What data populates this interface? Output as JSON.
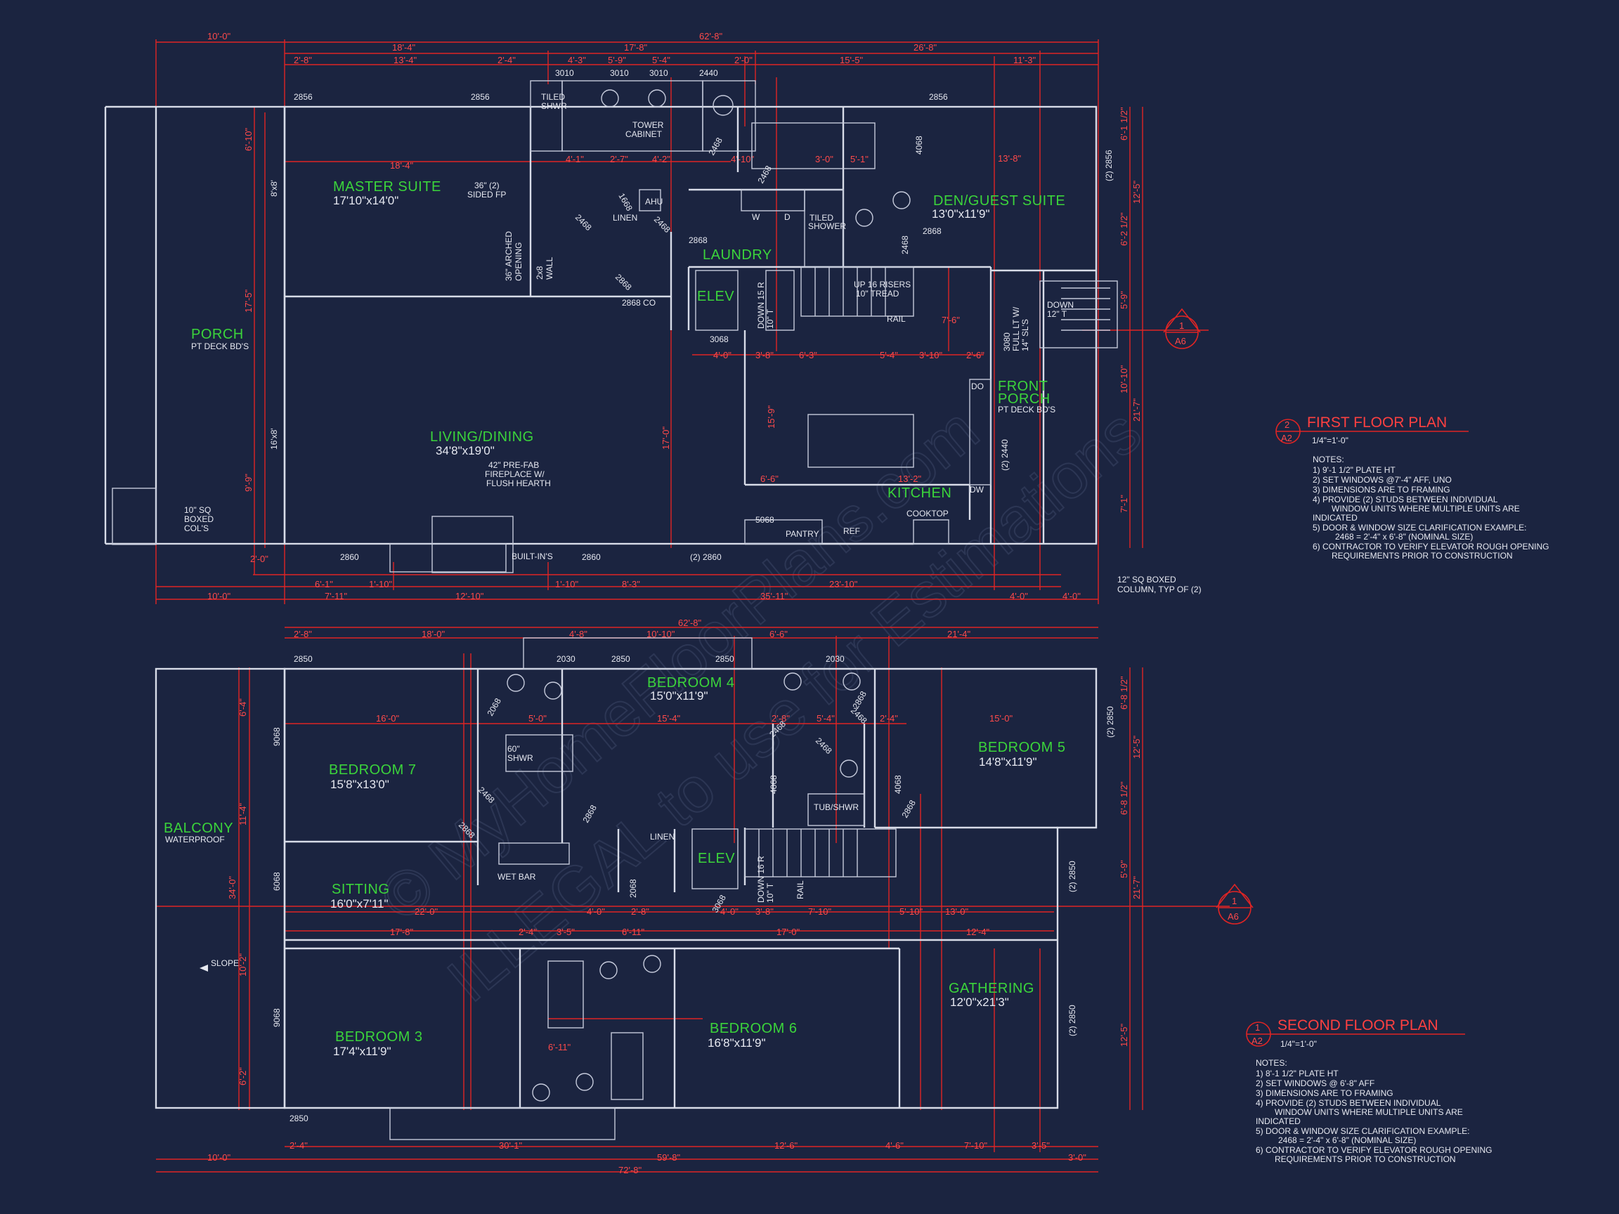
{
  "colors": {
    "background": "#1b2440",
    "walls": "#d8dce8",
    "dimensions": "#e02424",
    "room_labels": "#3bd43b",
    "titles": "#ff4040"
  },
  "watermark": [
    "© MyHomeFloorPlans.com",
    "ILLEGAL to use for Estimations"
  ],
  "first_floor": {
    "title": "FIRST FLOOR PLAN",
    "scale": "1/4\"=1'-0\"",
    "tag_num": "2",
    "tag_sheet": "A2",
    "notes_heading": "NOTES:",
    "notes": [
      "1) 9'-1 1/2\" PLATE HT",
      "2) SET WINDOWS @7'-4\" AFF, UNO",
      "3) DIMENSIONS ARE TO FRAMING",
      "4) PROVIDE (2) STUDS BETWEEN INDIVIDUAL",
      "      WINDOW UNITS WHERE MULTIPLE UNITS ARE",
      "INDICATED",
      "5) DOOR & WINDOW SIZE CLARIFICATION EXAMPLE:",
      "      2468 = 2'-4\" x 6'-8\" (NOMINAL SIZE)",
      "6) CONTRACTOR TO VERIFY ELEVATOR ROUGH OPENING",
      "      REQUIREMENTS PRIOR TO CONSTRUCTION"
    ],
    "rooms": {
      "master": {
        "name": "MASTER SUITE",
        "size": "17'10\"x14'0\""
      },
      "porch": {
        "name": "PORCH",
        "sub": "PT DECK BD'S"
      },
      "living": {
        "name": "LIVING/DINING",
        "size": "34'8\"x19'0\""
      },
      "den": {
        "name": "DEN/GUEST SUITE",
        "size": "13'0\"x11'9\""
      },
      "laundry": {
        "name": "LAUNDRY"
      },
      "elev": {
        "name": "ELEV"
      },
      "kitchen": {
        "name": "KITCHEN"
      },
      "front_porch_1": "FRONT",
      "front_porch_2": "PORCH",
      "front_porch_sub": "PT DECK BD'S"
    },
    "labels": {
      "tiled_shwr_1": "TILED",
      "tiled_shwr_2": "SHWR",
      "tower_1": "TOWER",
      "tower_2": "CABINET",
      "fp_1": "36\" (2)",
      "fp_2": "SIDED FP",
      "ahu": "AHU",
      "linen": "LINEN",
      "arched_1": "36\" ARCHED",
      "arched_2": "OPENING",
      "wall2x8_1": "2x8",
      "wall2x8_2": "WALL",
      "tiled_shower_1": "TILED",
      "tiled_shower_2": "SHOWER",
      "w": "W",
      "d": "D",
      "fireplace_1": "42\" PRE-FAB",
      "fireplace_2": "FIREPLACE W/",
      "fireplace_3": "FLUSH HEARTH",
      "up_stairs_1": "UP 16 RISERS",
      "up_stairs_2": "10\" TREAD",
      "rail": "RAIL",
      "down15": "DOWN 15 R",
      "down10": "10\" T",
      "full_lite_1": "3080",
      "full_lite_2": "FULL LT W/",
      "full_lite_3": "14\" SL'S",
      "down_12_1": "DOWN",
      "down_12_2": "12\" T",
      "do": "DO",
      "dw": "DW",
      "cooktop": "COOKTOP",
      "pantry": "PANTRY",
      "ref": "REF",
      "built_ins": "BUILT-IN'S",
      "boxed_10_1": "10\" SQ",
      "boxed_10_2": "BOXED",
      "boxed_10_3": "COL'S",
      "boxed_12_1": "12\" SQ BOXED",
      "boxed_12_2": "COLUMN, TYP OF (2)",
      "win_8x8": "8'x8'",
      "win_16x8": "16'x8'",
      "section_num": "1",
      "section_sheet": "A6"
    },
    "window_tags": {
      "w2856a": "2856",
      "w2856b": "2856",
      "w2856c": "2856",
      "w3010a": "3010",
      "w3010b": "3010",
      "w3010c": "3010",
      "w2440": "2440",
      "w2860a": "2860",
      "w2860b": "2860",
      "w2860c": "(2) 2860",
      "w2856r": "(2) 2856",
      "w2440r": "(2) 2440",
      "d2468a": "2468",
      "d2468b": "2468",
      "d2468c": "2468",
      "d2468d": "2468",
      "d2468e": "2468",
      "d2468f": "2468",
      "d2868a": "2868",
      "d2868b": "2868",
      "d2868c": "2868",
      "d2868co": "2868 CO",
      "d3068": "3068",
      "d5068": "5068",
      "d4068": "4068",
      "d1668": "1668"
    },
    "dimensions": {
      "top_overall": "62'-8\"",
      "top_left": "10'-0\"",
      "t1": "18'-4\"",
      "t2": "17'-8\"",
      "t3": "26'-8\"",
      "t4": "2'-8\"",
      "t5": "13'-4\"",
      "t6": "2'-4\"",
      "t7": "4'-3\"",
      "t8": "5'-9\"",
      "t9": "5'-4\"",
      "t10": "2'-0\"",
      "t11": "15'-5\"",
      "t12": "11'-3\"",
      "ms_w": "18'-4\"",
      "den_w": "13'-8\"",
      "i1": "4'-1\"",
      "i2": "2'-7\"",
      "i3": "4'-2\"",
      "i4": "4'-10\"",
      "i5": "3'-0\"",
      "i6": "5'-1\"",
      "e1": "4'-0\"",
      "e2": "3'-8\"",
      "e3": "6'-3\"",
      "e4": "5'-4\"",
      "e5": "3'-10\"",
      "e6": "2'-6\"",
      "k1": "6'-6\"",
      "k2": "13'-2\"",
      "k3": "7'-6\"",
      "b1": "2'-0\"",
      "b2": "6'-1\"",
      "b3": "1'-10\"",
      "b4": "1'-10\"",
      "b5": "8'-3\"",
      "b6": "23'-10\"",
      "b7": "10'-0\"",
      "b8": "7'-11\"",
      "b9": "12'-10\"",
      "b10": "35'-11\"",
      "b11": "4'-0\"",
      "b12": "4'-0\"",
      "l1": "6'-10\"",
      "l2": "17'-5\"",
      "l3": "9'-9\"",
      "l_in": "17'-0\"",
      "l_k": "15'-9\"",
      "r1": "6'-1 1/2\"",
      "r2": "12'-5\"",
      "r3": "6'-2 1/2\"",
      "r4": "5'-9\"",
      "r5": "10'-10\"",
      "r6": "7'-1\"",
      "r7": "21'-7\""
    }
  },
  "second_floor": {
    "title": "SECOND FLOOR PLAN",
    "scale": "1/4\"=1'-0\"",
    "tag_num": "1",
    "tag_sheet": "A2",
    "notes_heading": "NOTES:",
    "notes": [
      "1) 8'-1 1/2\" PLATE HT",
      "2) SET WINDOWS @ 6'-8\" AFF",
      "3) DIMENSIONS ARE TO FRAMING",
      "4) PROVIDE (2) STUDS BETWEEN INDIVIDUAL",
      "      WINDOW UNITS WHERE MULTIPLE UNITS ARE",
      "INDICATED",
      "5) DOOR & WINDOW SIZE CLARIFICATION EXAMPLE:",
      "      2468 = 2'-4\" x 6'-8\" (NOMINAL SIZE)",
      "6) CONTRACTOR TO VERIFY ELEVATOR ROUGH OPENING",
      "      REQUIREMENTS PRIOR TO CONSTRUCTION"
    ],
    "rooms": {
      "bed4": {
        "name": "BEDROOM 4",
        "size": "15'0\"x11'9\""
      },
      "bed7": {
        "name": "BEDROOM 7",
        "size": "15'8\"x13'0\""
      },
      "bed5": {
        "name": "BEDROOM 5",
        "size": "14'8\"x11'9\""
      },
      "balcony": {
        "name": "BALCONY",
        "sub": "WATERPROOF"
      },
      "sitting": {
        "name": "SITTING",
        "size": "16'0\"x7'11\""
      },
      "elev": {
        "name": "ELEV"
      },
      "bed3": {
        "name": "BEDROOM 3",
        "size": "17'4\"x11'9\""
      },
      "bed6": {
        "name": "BEDROOM 6",
        "size": "16'8\"x11'9\""
      },
      "gathering": {
        "name": "GATHERING",
        "size": "12'0\"x21'3\""
      }
    },
    "labels": {
      "shwr_1": "60\"",
      "shwr_2": "SHWR",
      "wet_bar": "WET BAR",
      "linen": "LINEN",
      "tub": "TUB/SHWR",
      "down16": "DOWN 16 R",
      "down10": "10\" T",
      "rail": "RAIL",
      "slope": "SLOPE",
      "section_num": "1",
      "section_sheet": "A6"
    },
    "window_tags": {
      "w2850a": "2850",
      "w2030a": "2030",
      "w2850b": "2850",
      "w2850c": "2850",
      "w2030b": "2030",
      "w9068a": "9068",
      "w6068": "6068",
      "w9068b": "9068",
      "w2850r1": "(2) 2850",
      "w2850r2": "(2) 2850",
      "w2850r3": "(2) 2850",
      "w2850bl": "2850",
      "d2068a": "2068",
      "d2068b": "2068",
      "d2468a": "2468",
      "d2468b": "2468",
      "d2468c": "2468",
      "d2468d": "2468",
      "d2868a": "2868",
      "d2868b": "2868",
      "d2868c": "2868",
      "d2868d": "2868",
      "d4068a": "4068",
      "d4068b": "4068",
      "d3068": "3068"
    },
    "dimensions": {
      "top_overall": "62'-8\"",
      "t1": "2'-8\"",
      "t2": "18'-0\"",
      "t3": "4'-8\"",
      "t4": "10'-10\"",
      "t5": "6'-6\"",
      "t6": "21'-4\"",
      "i1": "16'-0\"",
      "i2": "5'-0\"",
      "i3": "15'-4\"",
      "i4": "2'-8\"",
      "i5": "5'-4\"",
      "i6": "2'-4\"",
      "i7": "15'-0\"",
      "s1": "22'-0\"",
      "s2": "4'-0\"",
      "s3": "2'-8\"",
      "s4": "4'-0\"",
      "s5": "3'-8\"",
      "s6": "7'-10\"",
      "s7": "5'-10\"",
      "s8": "13'-0\"",
      "m1": "17'-8\"",
      "m2": "2'-4\"",
      "m3": "3'-5\"",
      "m4": "6'-11\"",
      "m5": "17'-0\"",
      "m6": "12'-4\"",
      "b1": "2'-4\"",
      "b2": "30'-1\"",
      "b3": "12'-6\"",
      "b4": "4'-6\"",
      "b5": "7'-10\"",
      "b6": "3'-5\"",
      "b7": "3'-0\"",
      "b8": "10'-0\"",
      "b9": "59'-8\"",
      "b10": "72'-8\"",
      "b11": "6'-11\"",
      "l1": "6'-4\"",
      "l2": "11'-4\"",
      "l3": "34'-0\"",
      "l4": "10'-2\"",
      "l5": "6'-2\"",
      "r1": "6'-8 1/2\"",
      "r2": "12'-5\"",
      "r3": "6'-8 1/2\"",
      "r4": "5'-9\"",
      "r5": "21'-7\"",
      "r6": "12'-5\""
    }
  }
}
